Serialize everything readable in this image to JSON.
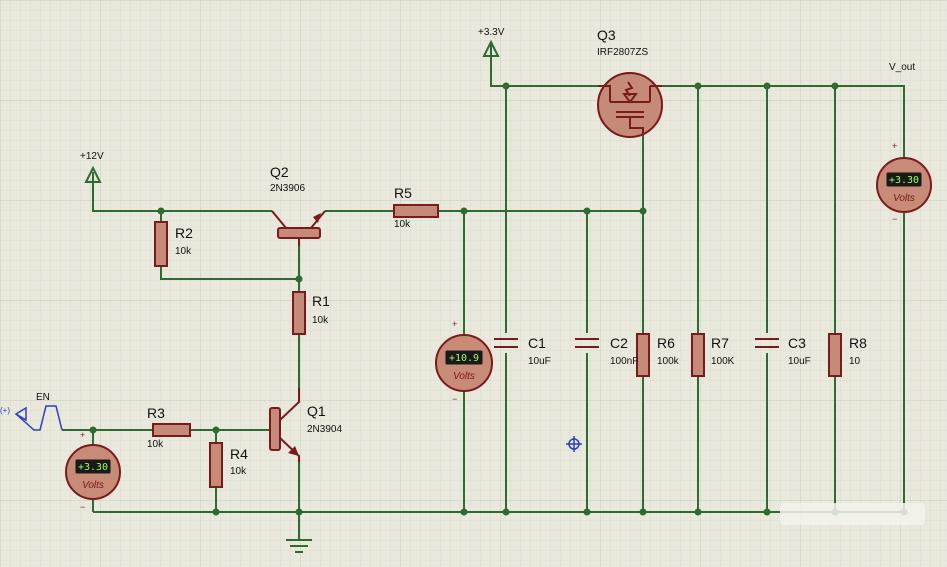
{
  "power": {
    "vcc12": "+12V",
    "vcc33": "+3.3V"
  },
  "nets": {
    "vout": "V_out",
    "en": "EN"
  },
  "generator": {
    "polarity": "(+)"
  },
  "components": {
    "q1": {
      "ref": "Q1",
      "value": "2N3904"
    },
    "q2": {
      "ref": "Q2",
      "value": "2N3906"
    },
    "q3": {
      "ref": "Q3",
      "value": "IRF2807ZS"
    },
    "r1": {
      "ref": "R1",
      "value": "10k"
    },
    "r2": {
      "ref": "R2",
      "value": "10k"
    },
    "r3": {
      "ref": "R3",
      "value": "10k"
    },
    "r4": {
      "ref": "R4",
      "value": "10k"
    },
    "r5": {
      "ref": "R5",
      "value": "10k"
    },
    "r6": {
      "ref": "R6",
      "value": "100k"
    },
    "r7": {
      "ref": "R7",
      "value": "100K"
    },
    "r8": {
      "ref": "R8",
      "value": "10"
    },
    "c1": {
      "ref": "C1",
      "value": "10uF"
    },
    "c2": {
      "ref": "C2",
      "value": "100nF"
    },
    "c3": {
      "ref": "C3",
      "value": "10uF"
    }
  },
  "meters": {
    "en_meter": {
      "reading": "+3.30",
      "unit": "Volts"
    },
    "mid_meter": {
      "reading": "+10.9",
      "unit": "Volts"
    },
    "out_meter": {
      "reading": "+3.30",
      "unit": "Volts"
    },
    "plus": "+",
    "minus": "−"
  },
  "colors": {
    "background": "#e8e8dc",
    "wire": "#2e6b2e",
    "component": "#7a1a1a",
    "meter_body": "#c78b78",
    "meter_display": "#9eff55",
    "marker": "#2b3fb8"
  }
}
